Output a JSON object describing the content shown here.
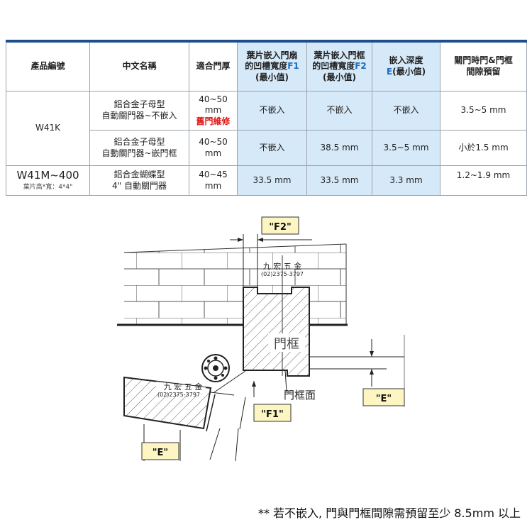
{
  "table": {
    "headers": {
      "code": "產品編號",
      "name": "中文名稱",
      "thickness": "適合門厚",
      "f1_line1": "葉片嵌入門扇",
      "f1_line2": "的凹槽寬度",
      "f1_key": "F1",
      "f1_line3": "(最小值)",
      "f2_line1": "葉片嵌入門框",
      "f2_line2": "的凹槽寬度",
      "f2_key": "F2",
      "f2_line3": "(最小值)",
      "e_line1": "嵌入深度",
      "e_key": "E",
      "e_line2": "(最小值)",
      "gap_line1": "關門時門&門框",
      "gap_line2": "間隙預留"
    },
    "rows": [
      {
        "code": "W41K",
        "name_line1": "鋁合金子母型",
        "name_line2": "自動關門器~不嵌入",
        "thickness_line1": "40~50",
        "thickness_line2": "mm",
        "thickness_note": "舊門維修",
        "f1": "不嵌入",
        "f2": "不嵌入",
        "e": "不嵌入",
        "gap": "3.5~5 mm"
      },
      {
        "name_line1": "鋁合金子母型",
        "name_line2": "自動關門器~嵌門框",
        "thickness_line1": "40~50",
        "thickness_line2": "mm",
        "f1": "不嵌入",
        "f2": "38.5 mm",
        "e": "3.5~5 mm",
        "gap": "小於1.5 mm"
      },
      {
        "code": "W41M~400",
        "code_sub": "葉片高*寬：4*4\"",
        "name_line1": "鋁合金蝴蝶型",
        "name_line2": "4\"  自動關門器",
        "thickness_line1": "40~45",
        "thickness_line2": "mm",
        "f1": "33.5 mm",
        "f2": "33.5 mm",
        "e": "3.3 mm",
        "gap": "1.2~1.9 mm"
      }
    ]
  },
  "diagram": {
    "label_f2": "\"F2\"",
    "label_f1": "\"F1\"",
    "label_e_right": "\"E\"",
    "label_e_left": "\"E\"",
    "frame_text": "門框",
    "frame_face_text": "門框面",
    "brand_top": "九 宏 五 金",
    "phone_top": "(02)2375-3797",
    "brand_bottom": "九 宏 五 金",
    "phone_bottom": "(02)2375-3797",
    "label_bg": "#fdf6c3"
  },
  "footnote": "** 若不嵌入, 門與門框間隙需預留至少 8.5mm 以上"
}
